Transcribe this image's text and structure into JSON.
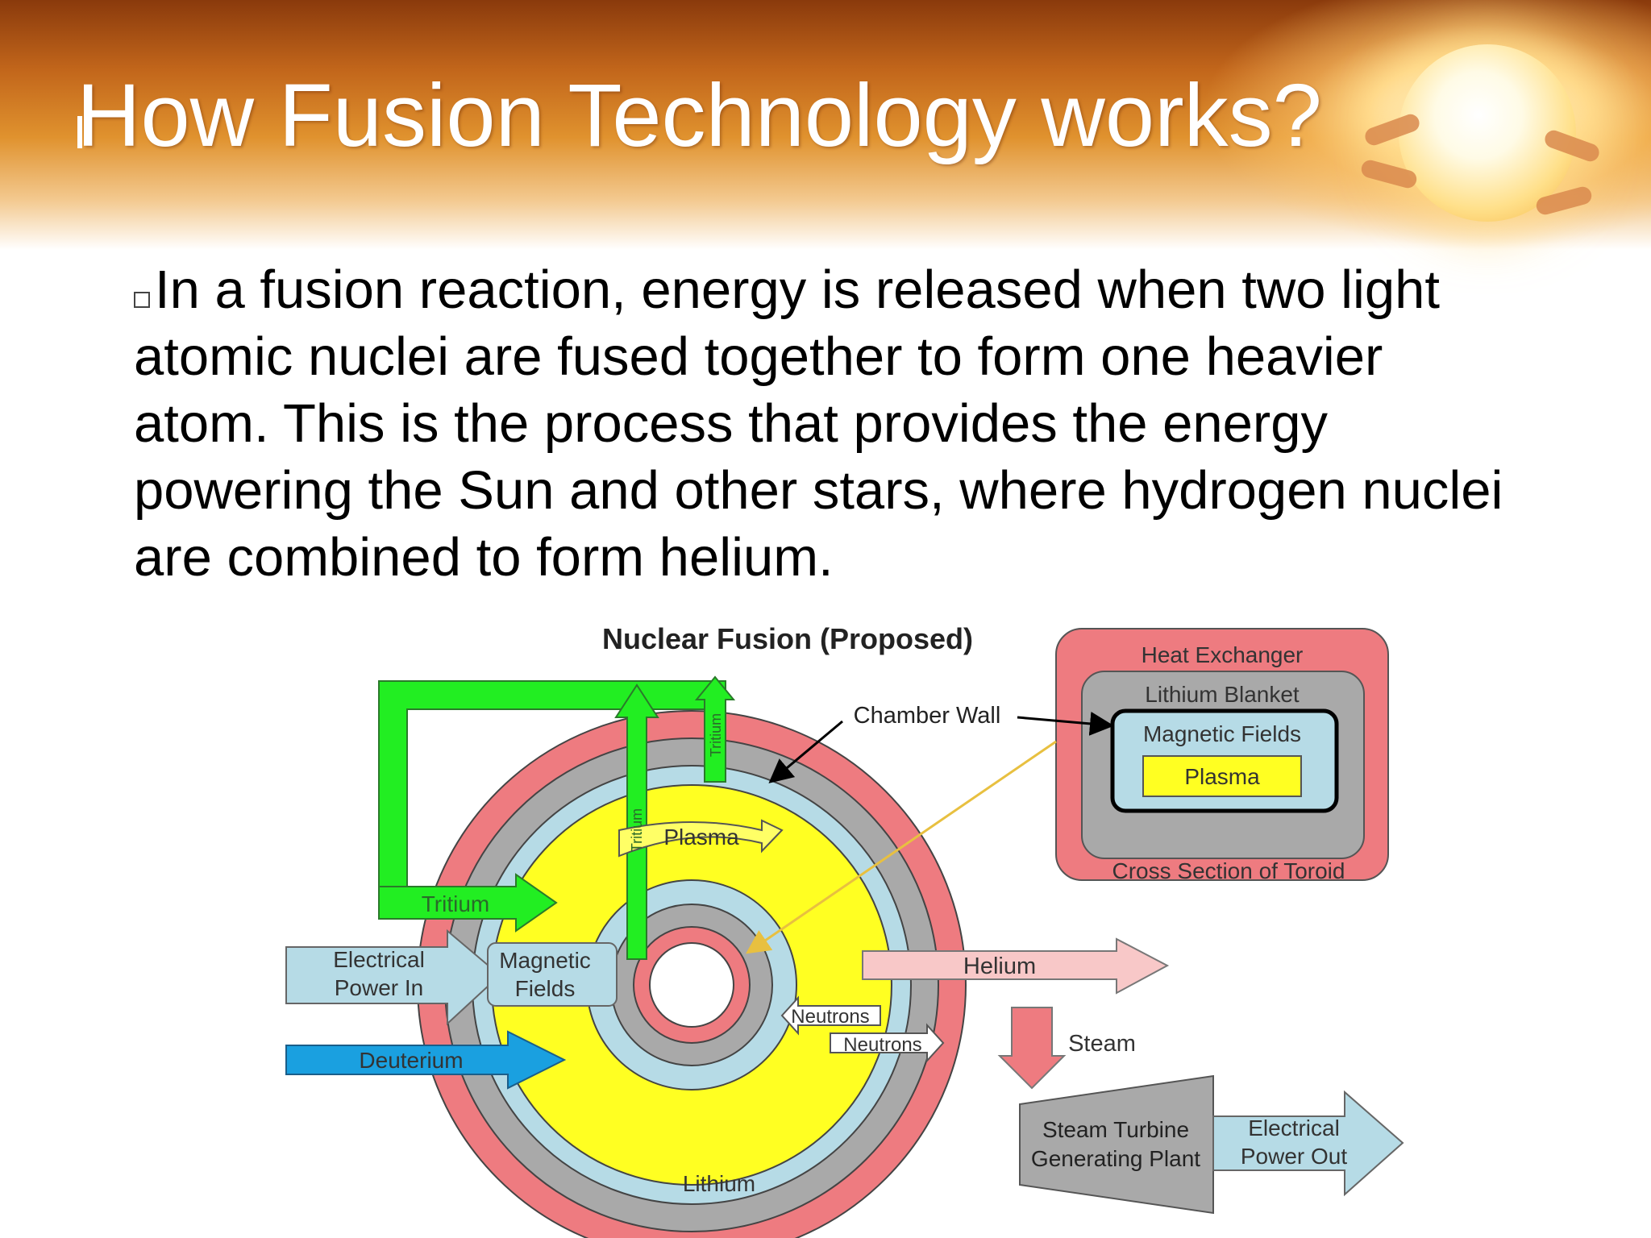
{
  "slide": {
    "title": "How Fusion Technology works?",
    "body": "In a fusion reaction, energy is released when two light atomic nuclei are fused together to form one heavier atom. This is the process that provides the energy powering the Sun and other stars, where hydrogen nuclei are combined to form helium."
  },
  "diagram": {
    "title": "Nuclear Fusion (Proposed)",
    "labels": {
      "chamber_wall": "Chamber Wall",
      "plasma": "Plasma",
      "tritium_left": "Tritium",
      "tritium_vertical": "Tritium",
      "tritium_top": "Tritium",
      "electrical_in_1": "Electrical",
      "electrical_in_2": "Power In",
      "magnetic_1": "Magnetic",
      "magnetic_2": "Fields",
      "deuterium": "Deuterium",
      "neutrons_1": "Neutrons",
      "neutrons_2": "Neutrons",
      "helium": "Helium",
      "steam": "Steam",
      "turbine_1": "Steam Turbine",
      "turbine_2": "Generating Plant",
      "electrical_out_1": "Electrical",
      "electrical_out_2": "Power Out",
      "lithium": "Lithium"
    },
    "cross_section": {
      "heat_exchanger": "Heat Exchanger",
      "lithium_blanket": "Lithium Blanket",
      "magnetic_fields": "Magnetic Fields",
      "plasma": "Plasma",
      "caption": "Cross Section of Toroid"
    }
  },
  "colors": {
    "outer_ring": "#ee7b80",
    "gray_ring": "#a9a9a9",
    "light_blue": "#b6dbe6",
    "plasma_yellow": "#ffff22",
    "tritium_green": "#22ee22",
    "deuterium_blue": "#1aa0e0"
  }
}
